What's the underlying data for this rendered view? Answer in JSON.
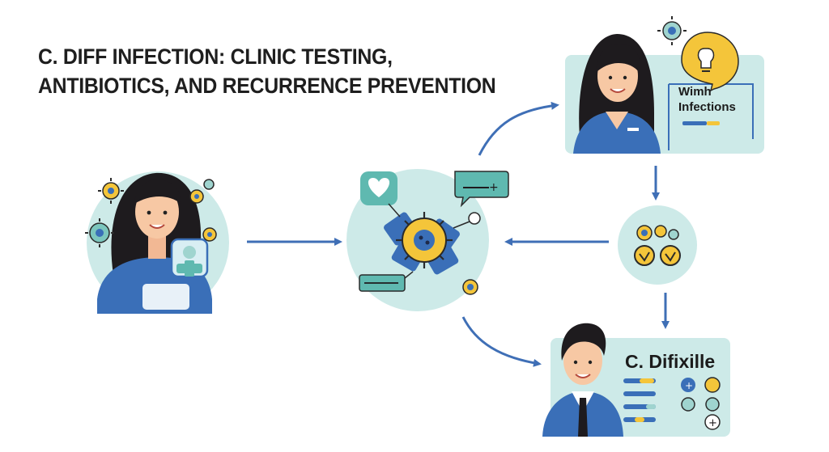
{
  "title": {
    "line1": "C. DIFF INFECTION: CLINIC TESTING,",
    "line2": "ANTIBIOTICS, AND RECURRENCE PREVENTION"
  },
  "nurse_card": {
    "line1": "Wimh",
    "line2": "Infections"
  },
  "doctor_card": {
    "label": "C. Difixille"
  },
  "colors": {
    "primary_blue": "#3a6fb8",
    "teal_bg": "#cdeae8",
    "yellow": "#f4c53a",
    "arrow": "#3f6fb6",
    "hair": "#1e1b1e",
    "skin": "#f7c8a4"
  }
}
